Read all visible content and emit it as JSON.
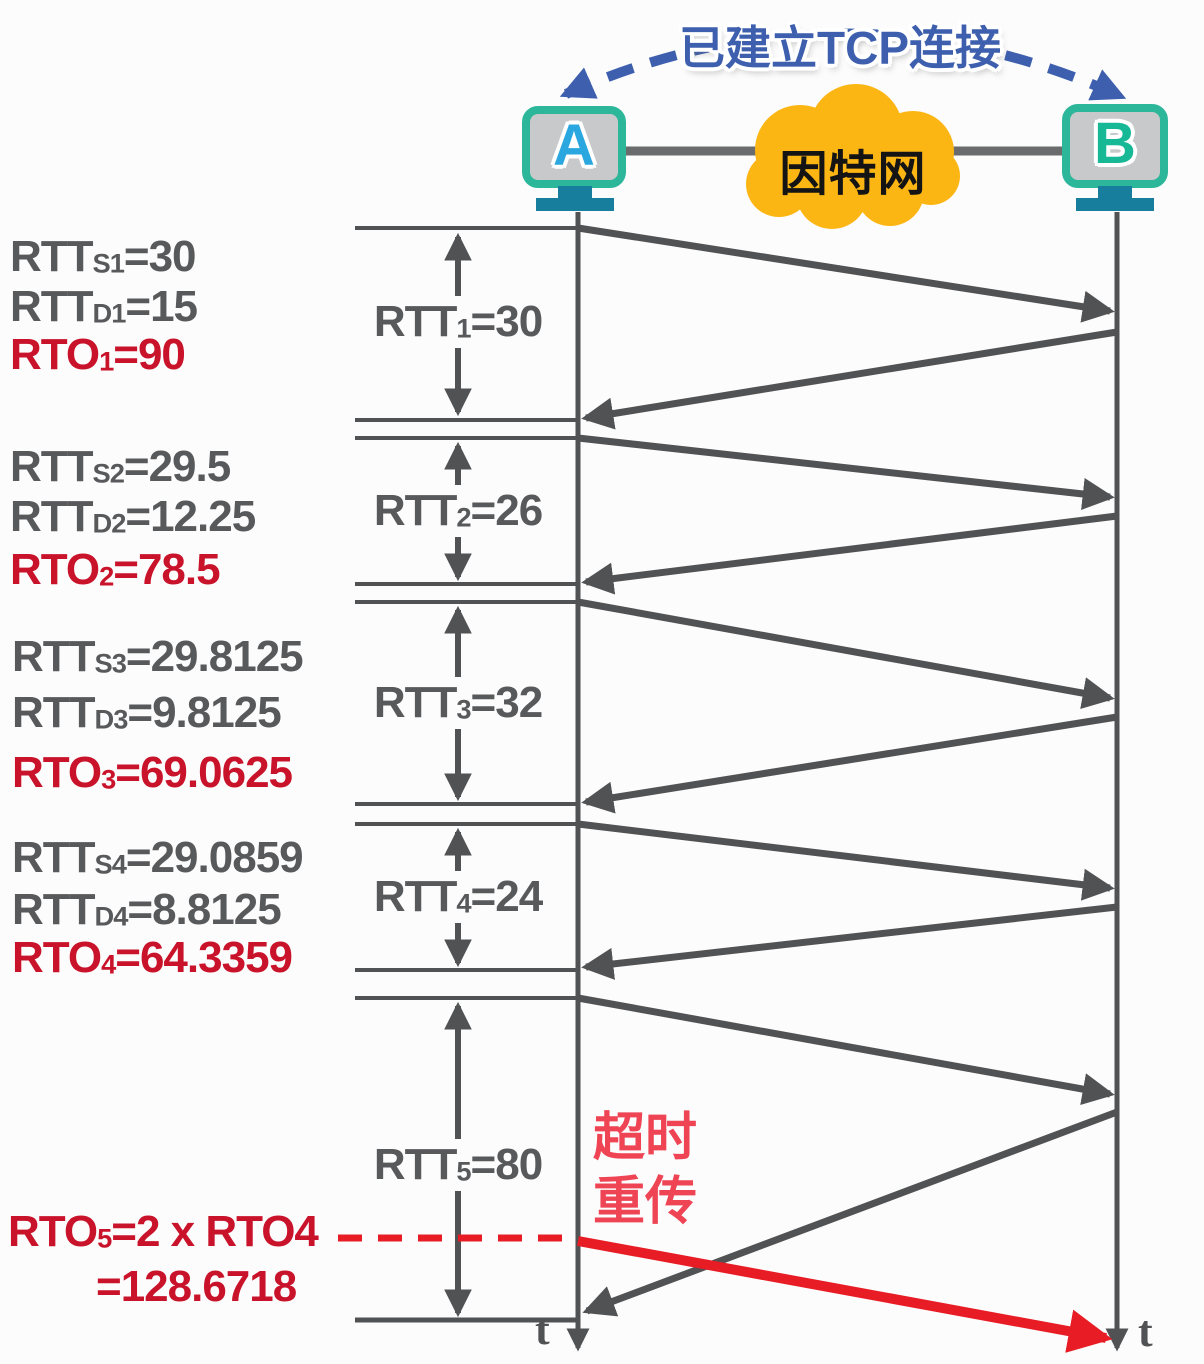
{
  "banner": {
    "text": "已建立TCP连接"
  },
  "cloud": {
    "label": "因特网"
  },
  "hosts": {
    "a": "A",
    "b": "B"
  },
  "left_panel": [
    {
      "pre": "RTT",
      "sub": "S1",
      "post": "=30"
    },
    {
      "pre": "RTT",
      "sub": "D1",
      "post": "=15"
    },
    {
      "pre": "RTO",
      "sub": "1",
      "post": "=90"
    },
    {
      "pre": "RTT",
      "sub": "S2",
      "post": "=29.5"
    },
    {
      "pre": "RTT",
      "sub": "D2",
      "post": "=12.25"
    },
    {
      "pre": "RTO",
      "sub": "2",
      "post": "=78.5"
    },
    {
      "pre": "RTT",
      "sub": "S3",
      "post": "=29.8125"
    },
    {
      "pre": "RTT",
      "sub": "D3",
      "post": "=9.8125"
    },
    {
      "pre": "RTO",
      "sub": "3",
      "post": "=69.0625"
    },
    {
      "pre": "RTT",
      "sub": "S4",
      "post": "=29.0859"
    },
    {
      "pre": "RTT",
      "sub": "D4",
      "post": "=8.8125"
    },
    {
      "pre": "RTO",
      "sub": "4",
      "post": "=64.3359"
    },
    {
      "pre": "RTO",
      "sub": "5",
      "post": "=2 x RTO4"
    },
    {
      "pre": "",
      "sub": "",
      "post": "=128.6718"
    }
  ],
  "rtt_intervals": [
    {
      "pre": "RTT",
      "sub": "1",
      "post": "=30"
    },
    {
      "pre": "RTT",
      "sub": "2",
      "post": "=26"
    },
    {
      "pre": "RTT",
      "sub": "3",
      "post": "=32"
    },
    {
      "pre": "RTT",
      "sub": "4",
      "post": "=24"
    },
    {
      "pre": "RTT",
      "sub": "5",
      "post": "=80"
    }
  ],
  "timeout": {
    "line1": "超时",
    "line2": "重传"
  },
  "time_axis": {
    "a": "t",
    "b": "t"
  },
  "colors": {
    "gray_text": "#58595b",
    "red_text": "#c9132b",
    "timeout_red": "#ee4454",
    "arrow_red": "#e81c24",
    "banner_blue": "#3d5fae",
    "cloud_yellow": "#fcb614",
    "monitor_teal": "#2cb79b",
    "stand_teal": "#177e9e",
    "letter_a_blue": "#2ba7e0",
    "letter_b_green": "#16b896"
  }
}
